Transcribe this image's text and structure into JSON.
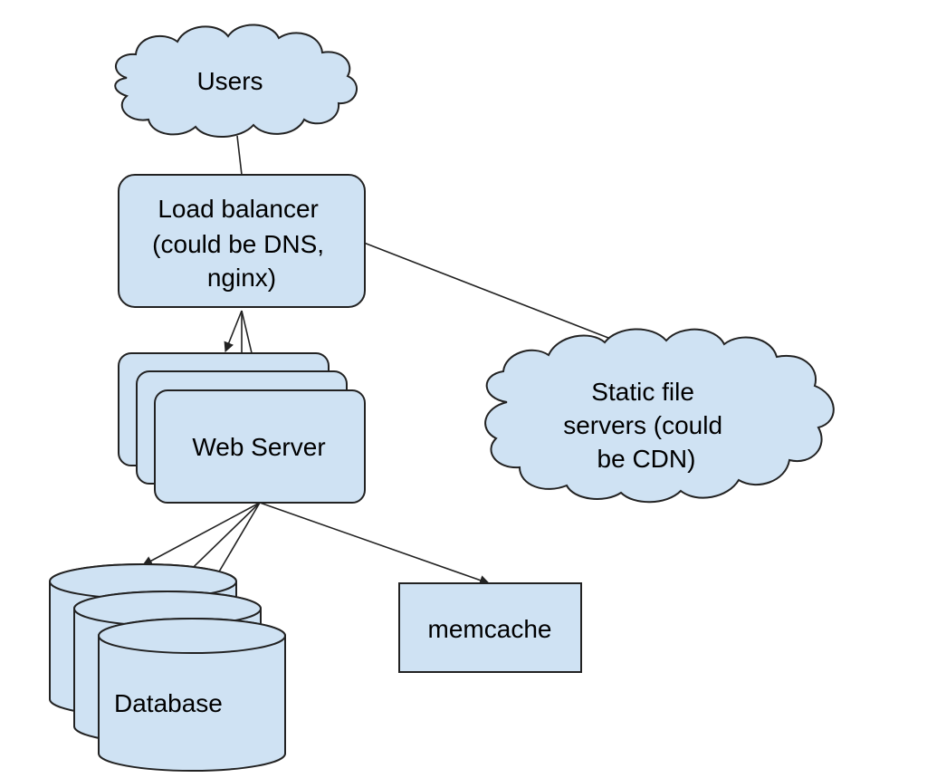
{
  "nodes": {
    "users": {
      "label": "Users"
    },
    "load_balancer": {
      "lines": [
        "Load balancer",
        "(could be DNS,",
        "nginx)"
      ]
    },
    "web_server": {
      "label": "Web Server"
    },
    "static_files": {
      "lines": [
        "Static file",
        "servers (could",
        "be CDN)"
      ]
    },
    "database": {
      "label": "Database"
    },
    "memcache": {
      "label": "memcache"
    }
  },
  "colors": {
    "fill": "#cfe2f3",
    "stroke": "#222222"
  }
}
